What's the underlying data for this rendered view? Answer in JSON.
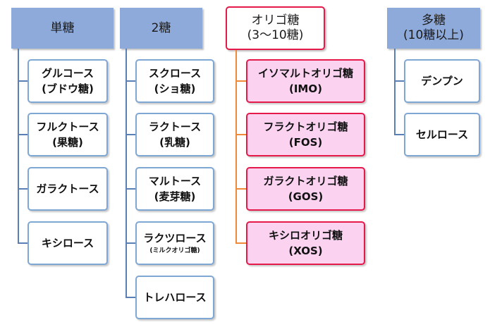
{
  "columns": [
    {
      "header": [
        "単糖"
      ],
      "items": [
        [
          "グルコース",
          "(ブドウ糖)"
        ],
        [
          "フルクトース",
          "(果糖)"
        ],
        [
          "ガラクトース"
        ],
        [
          "キシロース"
        ]
      ]
    },
    {
      "header": [
        "2糖"
      ],
      "items": [
        [
          "スクロース",
          "(ショ糖)"
        ],
        [
          "ラクトース",
          "(乳糖)"
        ],
        [
          "マルトース",
          "(麦芽糖)"
        ],
        [
          "ラクツロース",
          "(ミルクオリゴ糖)"
        ],
        [
          "トレハロース"
        ]
      ]
    },
    {
      "header": [
        "オリゴ糖",
        "(3〜10糖)"
      ],
      "items": [
        [
          "イソマルトオリゴ糖",
          "(IMO)"
        ],
        [
          "フラクトオリゴ糖",
          "(FOS)"
        ],
        [
          "ガラクトオリゴ糖",
          "(GOS)"
        ],
        [
          "キシロオリゴ糖",
          "(XOS)"
        ]
      ]
    },
    {
      "header": [
        "多糖",
        "(10糖以上)"
      ],
      "items": [
        [
          "デンプン"
        ],
        [
          "セルロース"
        ]
      ]
    }
  ],
  "colors": {
    "header_fill": "#8eaadb",
    "item_border": "#7fa7d4",
    "connector": "#5a7fb5",
    "oligo_border": "#e6194b",
    "oligo_fill": "#fbd3f1",
    "oligo_connector": "#ef8a3a"
  }
}
